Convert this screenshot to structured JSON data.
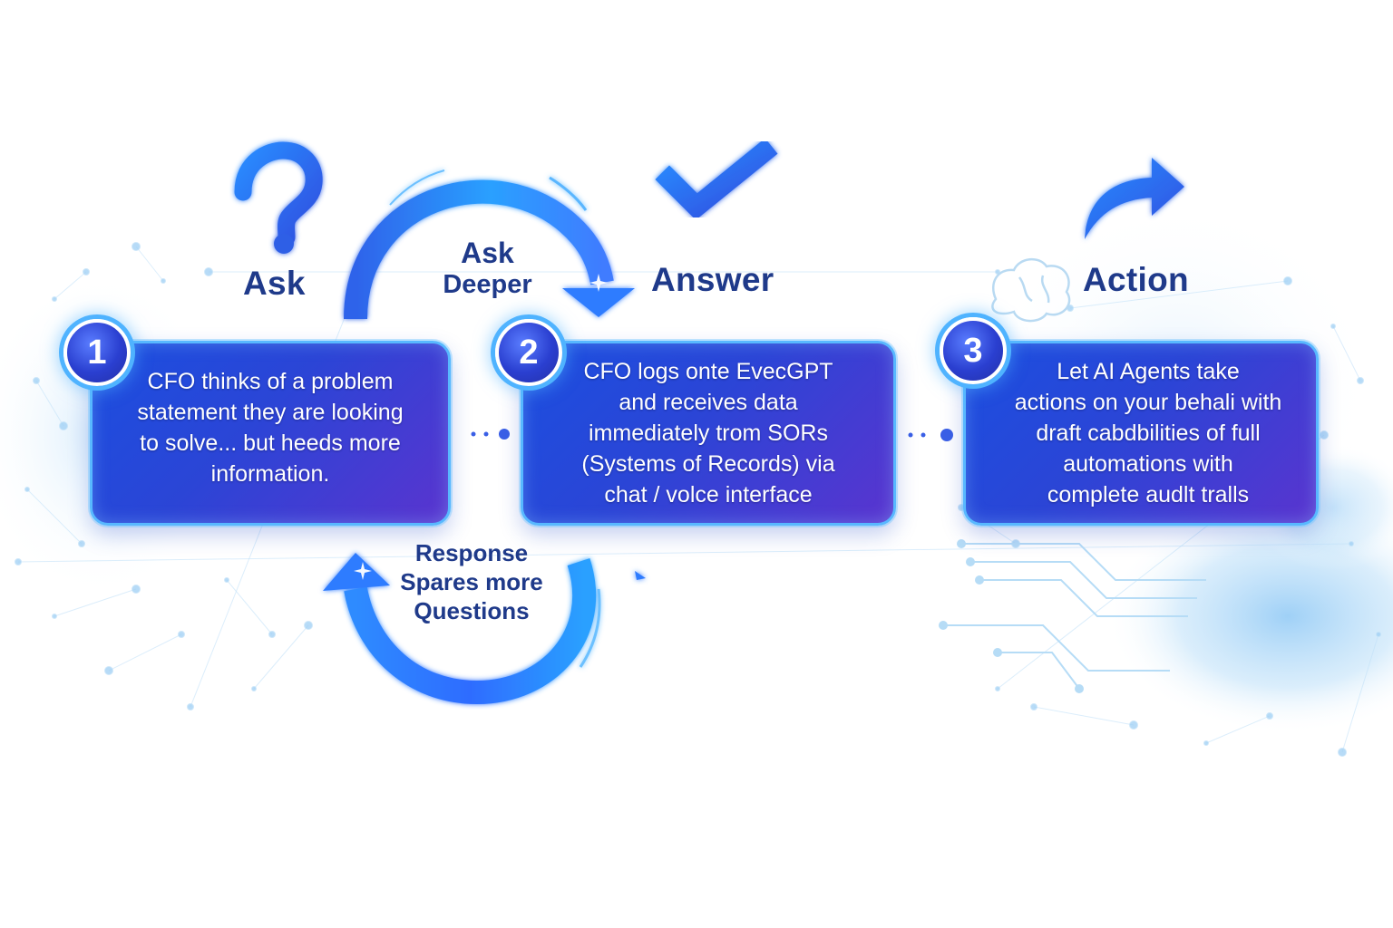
{
  "colors": {
    "title": "#1f3a8a",
    "card_start": "#1b4fe0",
    "card_end": "#5a34cf",
    "card_border": "#58b8ff",
    "accent": "#2f7bff"
  },
  "steps": [
    {
      "number": "1",
      "title": "Ask",
      "icon": "question-mark-icon",
      "lines": [
        "CFO thinks of a problem",
        "statement they are looking",
        "to solve... but heeds more",
        "information."
      ]
    },
    {
      "number": "2",
      "title": "Answer",
      "icon": "checkmark-icon",
      "lines": [
        "CFO logs onte EvecGPT",
        "and receives data",
        "immediately trom SORs",
        "(Systems of Records) via",
        "chat / volce interface"
      ]
    },
    {
      "number": "3",
      "title": "Action",
      "icon": "forward-arrow-icon",
      "lines": [
        "Let AI Agents take",
        "actions on your behali with",
        "draft cabdbilities of full",
        "automations with",
        "complete audlt tralls"
      ]
    }
  ],
  "loops": {
    "top": {
      "lines": [
        "Ask",
        "Deeper"
      ],
      "icon": "curved-arrow-forward-icon"
    },
    "bottom": {
      "lines": [
        "Response",
        "Spares more",
        "Questions"
      ],
      "icon": "curved-arrow-back-icon"
    }
  },
  "decor_icons": [
    "brain-icon",
    "circuit-pattern-icon"
  ]
}
